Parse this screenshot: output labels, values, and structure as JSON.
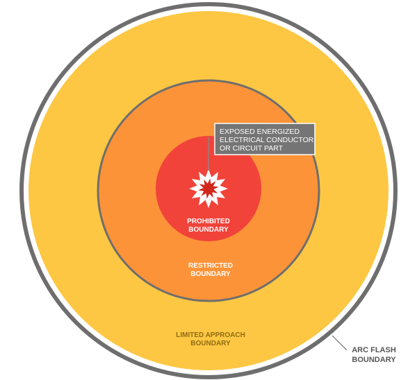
{
  "colors": {
    "arc_flash_ring": "#6e6e6e",
    "limited_approach_zone": "#fdc743",
    "restricted_zone": "#fd9338",
    "restricted_ring": "#6e6e6e",
    "prohibited_zone": "#f1433a",
    "spark_outer": "#ffffff",
    "spark_inner": "#d2281c",
    "callout_box": "#757575",
    "callout_leader": "#8a8a8a",
    "limited_label_text": "#8f6a10",
    "restricted_label_text": "#ffffff",
    "prohibited_label_text": "#ffffff",
    "arc_flash_label_text": "#555555"
  },
  "icons": {
    "hazard": "spark-burst-icon"
  },
  "callout": {
    "line1": "EXPOSED ENERGIZED",
    "line2": "ELECTRICAL CONDUCTOR",
    "line3": "OR CIRCUIT PART"
  },
  "zones": {
    "prohibited": {
      "line1": "PROHIBITED",
      "line2": "BOUNDARY"
    },
    "restricted": {
      "line1": "RESTRICTED",
      "line2": "BOUNDARY"
    },
    "limited_approach": {
      "line1": "LIMITED APPROACH",
      "line2": "BOUNDARY"
    },
    "arc_flash": {
      "line1": "ARC FLASH",
      "line2": "BOUNDARY"
    }
  }
}
